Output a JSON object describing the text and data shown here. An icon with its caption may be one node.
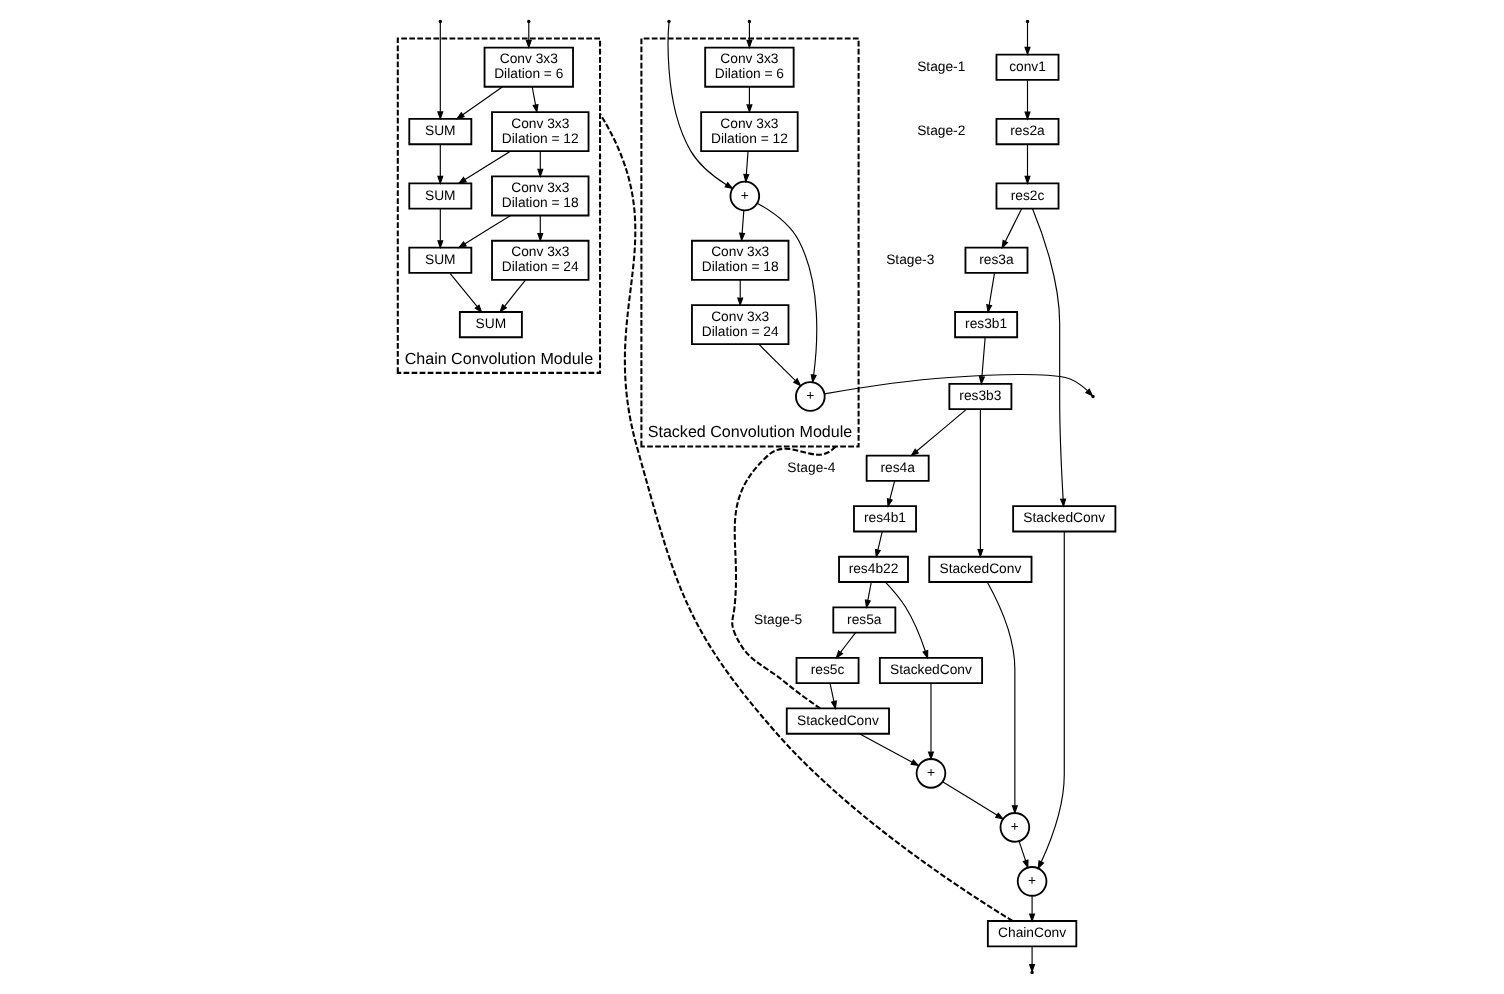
{
  "diagram": {
    "nodes": [
      {
        "text": [
          "conv1"
        ]
      },
      {
        "text": [
          "res2a"
        ]
      },
      {
        "text": [
          "res2c"
        ]
      },
      {
        "text": [
          "res3a"
        ]
      },
      {
        "text": [
          "res3b1"
        ]
      },
      {
        "text": [
          "res3b3"
        ]
      },
      {
        "text": [
          "res4a"
        ]
      },
      {
        "text": [
          "res4b1"
        ]
      },
      {
        "text": [
          "res4b22"
        ]
      },
      {
        "text": [
          "res5a"
        ]
      },
      {
        "text": [
          "res5c"
        ]
      },
      {
        "text": [
          "StackedConv"
        ]
      },
      {
        "text": [
          "StackedConv"
        ]
      },
      {
        "text": [
          "StackedConv"
        ]
      },
      {
        "text": [
          "StackedConv"
        ]
      },
      {
        "text": [
          "+"
        ]
      },
      {
        "text": [
          "+"
        ]
      },
      {
        "text": [
          "+"
        ]
      },
      {
        "text": [
          "ChainConv"
        ]
      },
      {
        "text": [
          "Chain Convolution Module"
        ]
      },
      {
        "text": [
          "Conv 3x3",
          "Dilation = 6"
        ],
        "in": 19
      },
      {
        "text": [
          "Conv 3x3",
          "Dilation = 12"
        ],
        "in": 19
      },
      {
        "text": [
          "Conv 3x3",
          "Dilation = 18"
        ],
        "in": 19
      },
      {
        "text": [
          "Conv 3x3",
          "Dilation = 24"
        ],
        "in": 19
      },
      {
        "text": [
          "SUM"
        ],
        "in": 19
      },
      {
        "text": [
          "SUM"
        ],
        "in": 19
      },
      {
        "text": [
          "SUM"
        ],
        "in": 19
      },
      {
        "text": [
          "SUM"
        ],
        "in": 19
      },
      {
        "text": [
          "Stacked Convolution Module"
        ]
      },
      {
        "text": [
          "Conv 3x3",
          "Dilation = 6"
        ],
        "in": 28
      },
      {
        "text": [
          "Conv 3x3",
          "Dilation = 12"
        ],
        "in": 28
      },
      {
        "text": [
          "+"
        ],
        "in": 28
      },
      {
        "text": [
          "Conv 3x3",
          "Dilation = 18"
        ],
        "in": 28
      },
      {
        "text": [
          "Conv 3x3",
          "Dilation = 24"
        ],
        "in": 28
      },
      {
        "text": [
          "+"
        ],
        "in": 28
      }
    ],
    "edges": [
      {
        "from": null,
        "to": 0,
        "arrow": "to"
      },
      {
        "from": 0,
        "to": 1,
        "arrow": "to"
      },
      {
        "from": 1,
        "to": 2,
        "arrow": "to"
      },
      {
        "from": 2,
        "to": 3,
        "arrow": "to"
      },
      {
        "from": 3,
        "to": 4,
        "arrow": "to"
      },
      {
        "from": 4,
        "to": 5,
        "arrow": "to"
      },
      {
        "from": 5,
        "to": 6,
        "arrow": "to"
      },
      {
        "from": 6,
        "to": 7,
        "arrow": "to"
      },
      {
        "from": 7,
        "to": 8,
        "arrow": "to"
      },
      {
        "from": 8,
        "to": 9,
        "arrow": "to"
      },
      {
        "from": 9,
        "to": 10,
        "arrow": "to"
      },
      {
        "from": 2,
        "to": 11,
        "arrow": "to"
      },
      {
        "from": 5,
        "to": 12,
        "arrow": "to"
      },
      {
        "from": 8,
        "to": 13,
        "arrow": "to"
      },
      {
        "from": 10,
        "to": 14,
        "arrow": "to"
      },
      {
        "from": 11,
        "to": 15,
        "arrow": "to"
      },
      {
        "from": 12,
        "to": 16,
        "arrow": "to"
      },
      {
        "from": 13,
        "to": 17,
        "arrow": "to"
      },
      {
        "from": 14,
        "to": 17,
        "arrow": "to"
      },
      {
        "from": 17,
        "to": 16,
        "arrow": "to"
      },
      {
        "from": 16,
        "to": 15,
        "arrow": "to"
      },
      {
        "from": 15,
        "to": 18,
        "arrow": "to"
      },
      {
        "from": 18,
        "to": null,
        "arrow": "to"
      },
      {
        "from": 18,
        "to": 19,
        "arrow": "none",
        "style": "dashed"
      },
      {
        "from": 14,
        "to": 28,
        "arrow": "none",
        "style": "dashed"
      },
      {
        "from": null,
        "to": 20,
        "arrow": "to"
      },
      {
        "from": null,
        "to": 24,
        "arrow": "to"
      },
      {
        "from": 20,
        "to": 21,
        "arrow": "to"
      },
      {
        "from": 21,
        "to": 22,
        "arrow": "to"
      },
      {
        "from": 22,
        "to": 23,
        "arrow": "to"
      },
      {
        "from": 20,
        "to": 24,
        "arrow": "to"
      },
      {
        "from": 21,
        "to": 25,
        "arrow": "to"
      },
      {
        "from": 22,
        "to": 26,
        "arrow": "to"
      },
      {
        "from": 23,
        "to": 27,
        "arrow": "to"
      },
      {
        "from": 24,
        "to": 25,
        "arrow": "to"
      },
      {
        "from": 25,
        "to": 26,
        "arrow": "to"
      },
      {
        "from": 26,
        "to": 27,
        "arrow": "to"
      },
      {
        "from": null,
        "to": 29,
        "arrow": "to"
      },
      {
        "from": 29,
        "to": 30,
        "arrow": "to"
      },
      {
        "from": 30,
        "to": 31,
        "arrow": "to"
      },
      {
        "from": null,
        "to": 31,
        "arrow": "to"
      },
      {
        "from": 31,
        "to": 32,
        "arrow": "to"
      },
      {
        "from": 32,
        "to": 33,
        "arrow": "to"
      },
      {
        "from": 33,
        "to": 34,
        "arrow": "to"
      },
      {
        "from": 31,
        "to": 34,
        "arrow": "to"
      },
      {
        "from": 34,
        "to": null,
        "arrow": "to"
      }
    ],
    "labels": [
      "Stage-1",
      "Stage-2",
      "Stage-3",
      "Stage-4",
      "Stage-5"
    ]
  }
}
